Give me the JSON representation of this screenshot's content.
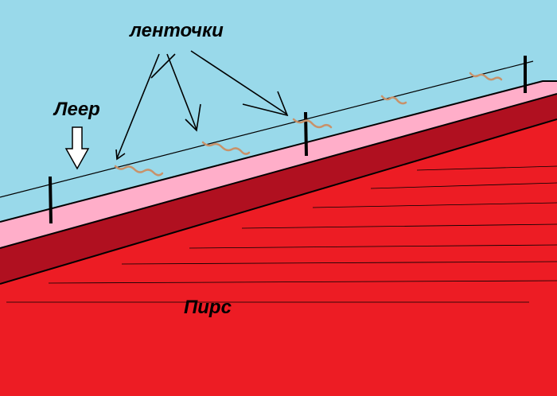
{
  "labels": {
    "ribbons": "ленточки",
    "rail": "Леер",
    "pier": "Пирс"
  },
  "colors": {
    "sky": "#99d9ea",
    "deck_edge": "#ffaec9",
    "pier_side": "#b01020",
    "pier_body": "#ed1c24",
    "ribbon": "#c8926a",
    "line": "#000000"
  },
  "icons": [
    "down-arrow-icon"
  ]
}
